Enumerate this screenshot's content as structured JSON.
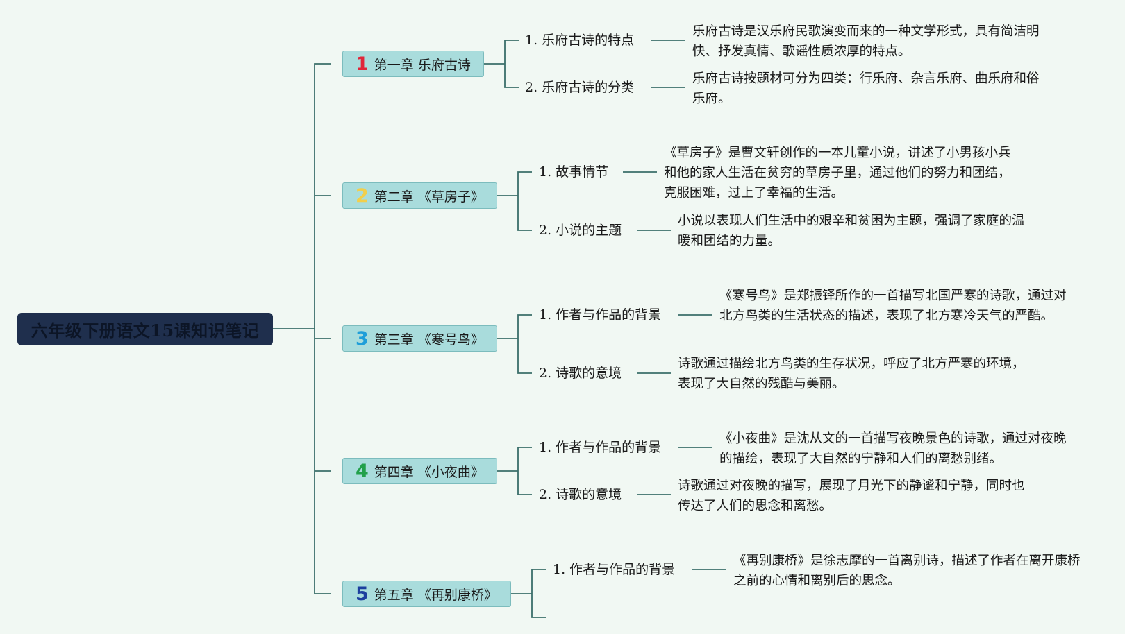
{
  "root": {
    "title": "六年级下册语文15课知识笔记"
  },
  "chapters": [
    {
      "num": "1",
      "num_color": "#e0263a",
      "label": "第一章 乐府古诗",
      "topics": [
        {
          "label": "1. 乐府古诗的特点",
          "desc": "乐府古诗是汉乐府民歌演变而来的一种文学形式，具有简洁明快、抒发真情、歌谣性质浓厚的特点。"
        },
        {
          "label": "2. 乐府古诗的分类",
          "desc": "乐府古诗按题材可分为四类：行乐府、杂言乐府、曲乐府和俗乐府。"
        }
      ]
    },
    {
      "num": "2",
      "num_color": "#f2cf4b",
      "label": "第二章 《草房子》",
      "topics": [
        {
          "label": "1. 故事情节",
          "desc": "《草房子》是曹文轩创作的一本儿童小说，讲述了小男孩小兵和他的家人生活在贫穷的草房子里，通过他们的努力和团结，克服困难，过上了幸福的生活。"
        },
        {
          "label": "2. 小说的主题",
          "desc": "小说以表现人们生活中的艰辛和贫困为主题，强调了家庭的温暖和团结的力量。"
        }
      ]
    },
    {
      "num": "3",
      "num_color": "#1e9ed9",
      "label": "第三章 《寒号鸟》",
      "topics": [
        {
          "label": "1. 作者与作品的背景",
          "desc": "《寒号鸟》是郑振铎所作的一首描写北国严寒的诗歌，通过对北方鸟类的生活状态的描述，表现了北方寒冷天气的严酷。"
        },
        {
          "label": "2. 诗歌的意境",
          "desc": "诗歌通过描绘北方鸟类的生存状况，呼应了北方严寒的环境，表现了大自然的残酷与美丽。"
        }
      ]
    },
    {
      "num": "4",
      "num_color": "#22a04b",
      "label": "第四章 《小夜曲》",
      "topics": [
        {
          "label": "1. 作者与作品的背景",
          "desc": "《小夜曲》是沈从文的一首描写夜晚景色的诗歌，通过对夜晚的描绘，表现了大自然的宁静和人们的离愁别绪。"
        },
        {
          "label": "2. 诗歌的意境",
          "desc": "诗歌通过对夜晚的描写，展现了月光下的静谧和宁静，同时也传达了人们的思念和离愁。"
        }
      ]
    },
    {
      "num": "5",
      "num_color": "#1c3f9e",
      "label": "第五章 《再别康桥》",
      "topics": [
        {
          "label": "1. 作者与作品的背景",
          "desc": "《再别康桥》是徐志摩的一首离别诗，描述了作者在离开康桥之前的心情和离别后的思念。"
        }
      ]
    }
  ]
}
